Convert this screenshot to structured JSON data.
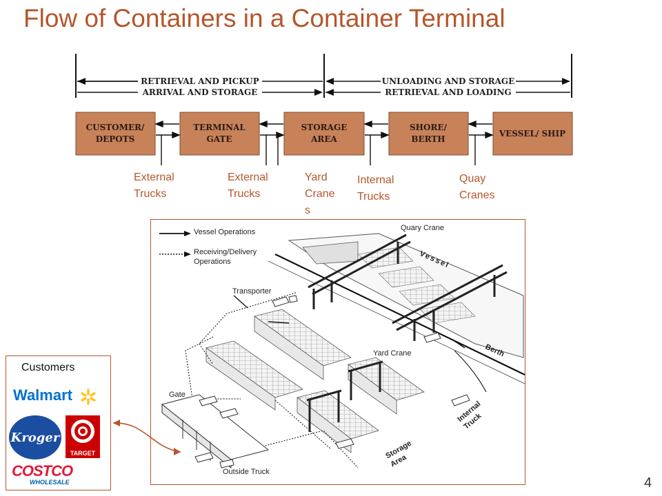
{
  "title": "Flow of Containers in a Container Terminal",
  "flow": {
    "left_band_top": "RETRIEVAL AND PICKUP",
    "left_band_bottom": "ARRIVAL AND STORAGE",
    "right_band_top": "UNLOADING AND STORAGE",
    "right_band_bottom": "RETRIEVAL AND LOADING",
    "box_color": "#c8825a",
    "boxes": [
      {
        "line1": "CUSTOMER/",
        "line2": "DEPOTS"
      },
      {
        "line1": "TERMINAL",
        "line2": "GATE"
      },
      {
        "line1": "STORAGE",
        "line2": "AREA"
      },
      {
        "line1": "SHORE/",
        "line2": "BERTH"
      },
      {
        "line1": "VESSEL/ SHIP",
        "line2": ""
      }
    ]
  },
  "equipment": [
    {
      "text": "External\nTrucks"
    },
    {
      "text": "External\nTrucks"
    },
    {
      "text": "Yard\nCrane\ns"
    },
    {
      "text": "Internal\nTrucks"
    },
    {
      "text": "Quay\nCranes"
    }
  ],
  "terminal": {
    "legend_vessel": "Vessel Operations",
    "legend_receiving": "Receiving/Delivery\nOperations",
    "quay_crane": "Quary Crane",
    "vessel": "Vessel",
    "transporter": "Transporter",
    "berth": "Berth",
    "yard_crane": "Yard Crane",
    "gate": "Gate",
    "internal_truck": "Internal\nTruck",
    "storage_area": "Storage\nArea",
    "outside_truck": "Outside Truck"
  },
  "customers": {
    "title": "Customers",
    "logos": [
      {
        "name": "walmart-logo",
        "text": "Walmart",
        "color": "#0071ce",
        "accent": "#ffc220"
      },
      {
        "name": "kroger-logo",
        "text": "Kroger",
        "color": "#1b4ea0"
      },
      {
        "name": "target-logo",
        "text": "TARGET",
        "color": "#cc0000"
      },
      {
        "name": "costco-logo",
        "text": "COSTCO",
        "subtext": "WHOLESALE",
        "color": "#e31837",
        "accent": "#005daa"
      }
    ]
  },
  "page_number": "4"
}
